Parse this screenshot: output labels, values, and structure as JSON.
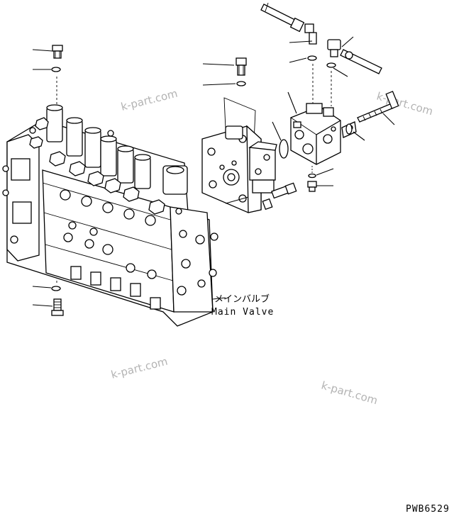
{
  "diagram": {
    "main_label_jp": "メインバルブ",
    "main_label_en": "Main Valve",
    "drawing_code": "PWB6529",
    "watermarks": [
      "k-part.com",
      "k-part.com",
      "k-part.com",
      "k-part.com"
    ]
  }
}
